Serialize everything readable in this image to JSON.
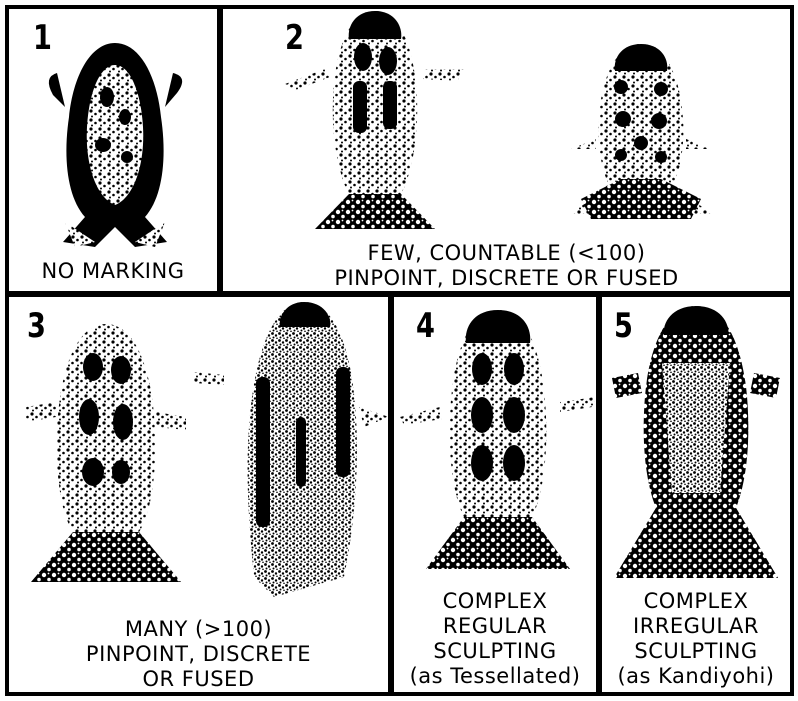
{
  "panels": [
    {
      "number": "1",
      "caption": [
        "NO MARKING"
      ]
    },
    {
      "number": "2",
      "caption": [
        "FEW, COUNTABLE (<100)",
        "PINPOINT, DISCRETE OR FUSED"
      ]
    },
    {
      "number": "3",
      "caption": [
        "MANY (>100)",
        "PINPOINT, DISCRETE",
        "OR FUSED"
      ]
    },
    {
      "number": "4",
      "caption": [
        "COMPLEX",
        "REGULAR",
        "SCULPTING",
        "(as Tessellated)"
      ]
    },
    {
      "number": "5",
      "caption": [
        "COMPLEX",
        "IRREGULAR",
        "SCULPTING",
        "(as Kandiyohi)"
      ]
    }
  ]
}
